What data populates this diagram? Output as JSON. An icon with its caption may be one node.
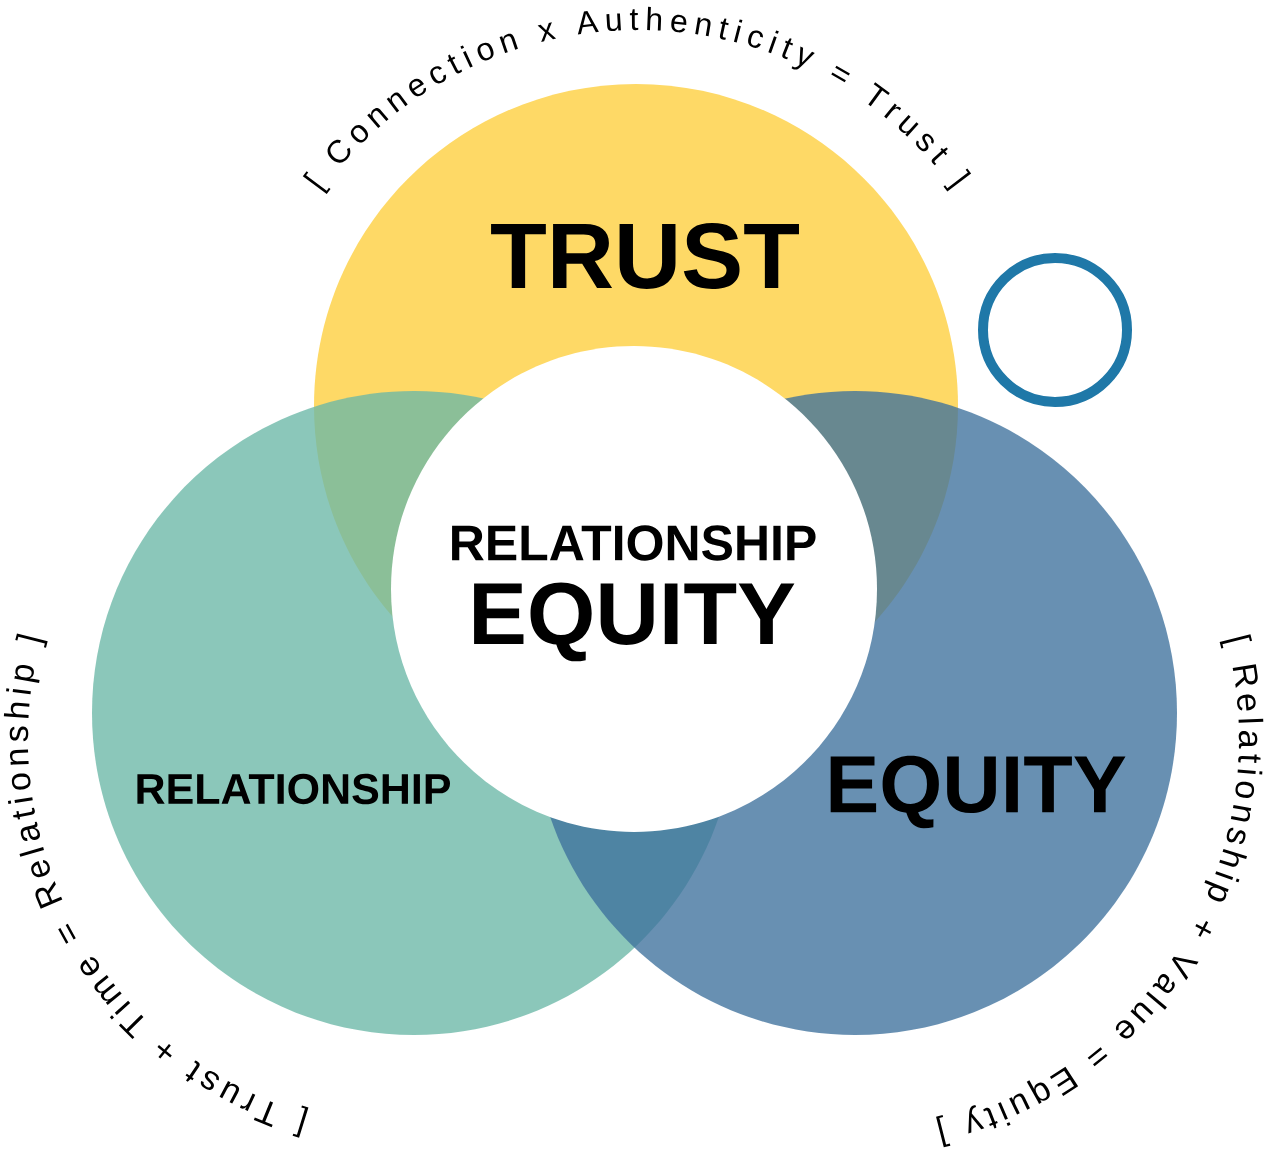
{
  "diagram": {
    "nodes": [
      {
        "text": [
          "[ Connection x Authenticity = Trust ]",
          "TRUST"
        ]
      },
      {
        "text": [],
        "shape": "circle"
      },
      {
        "text": [
          "RELATIONSHIP",
          "EQUITY"
        ]
      },
      {
        "text": [
          "RELATIONSHIP",
          "[ Trust + Time = Relationship ]"
        ]
      },
      {
        "text": [
          "EQUITY",
          "[ Relationship + Value = Equity ]"
        ]
      }
    ]
  }
}
